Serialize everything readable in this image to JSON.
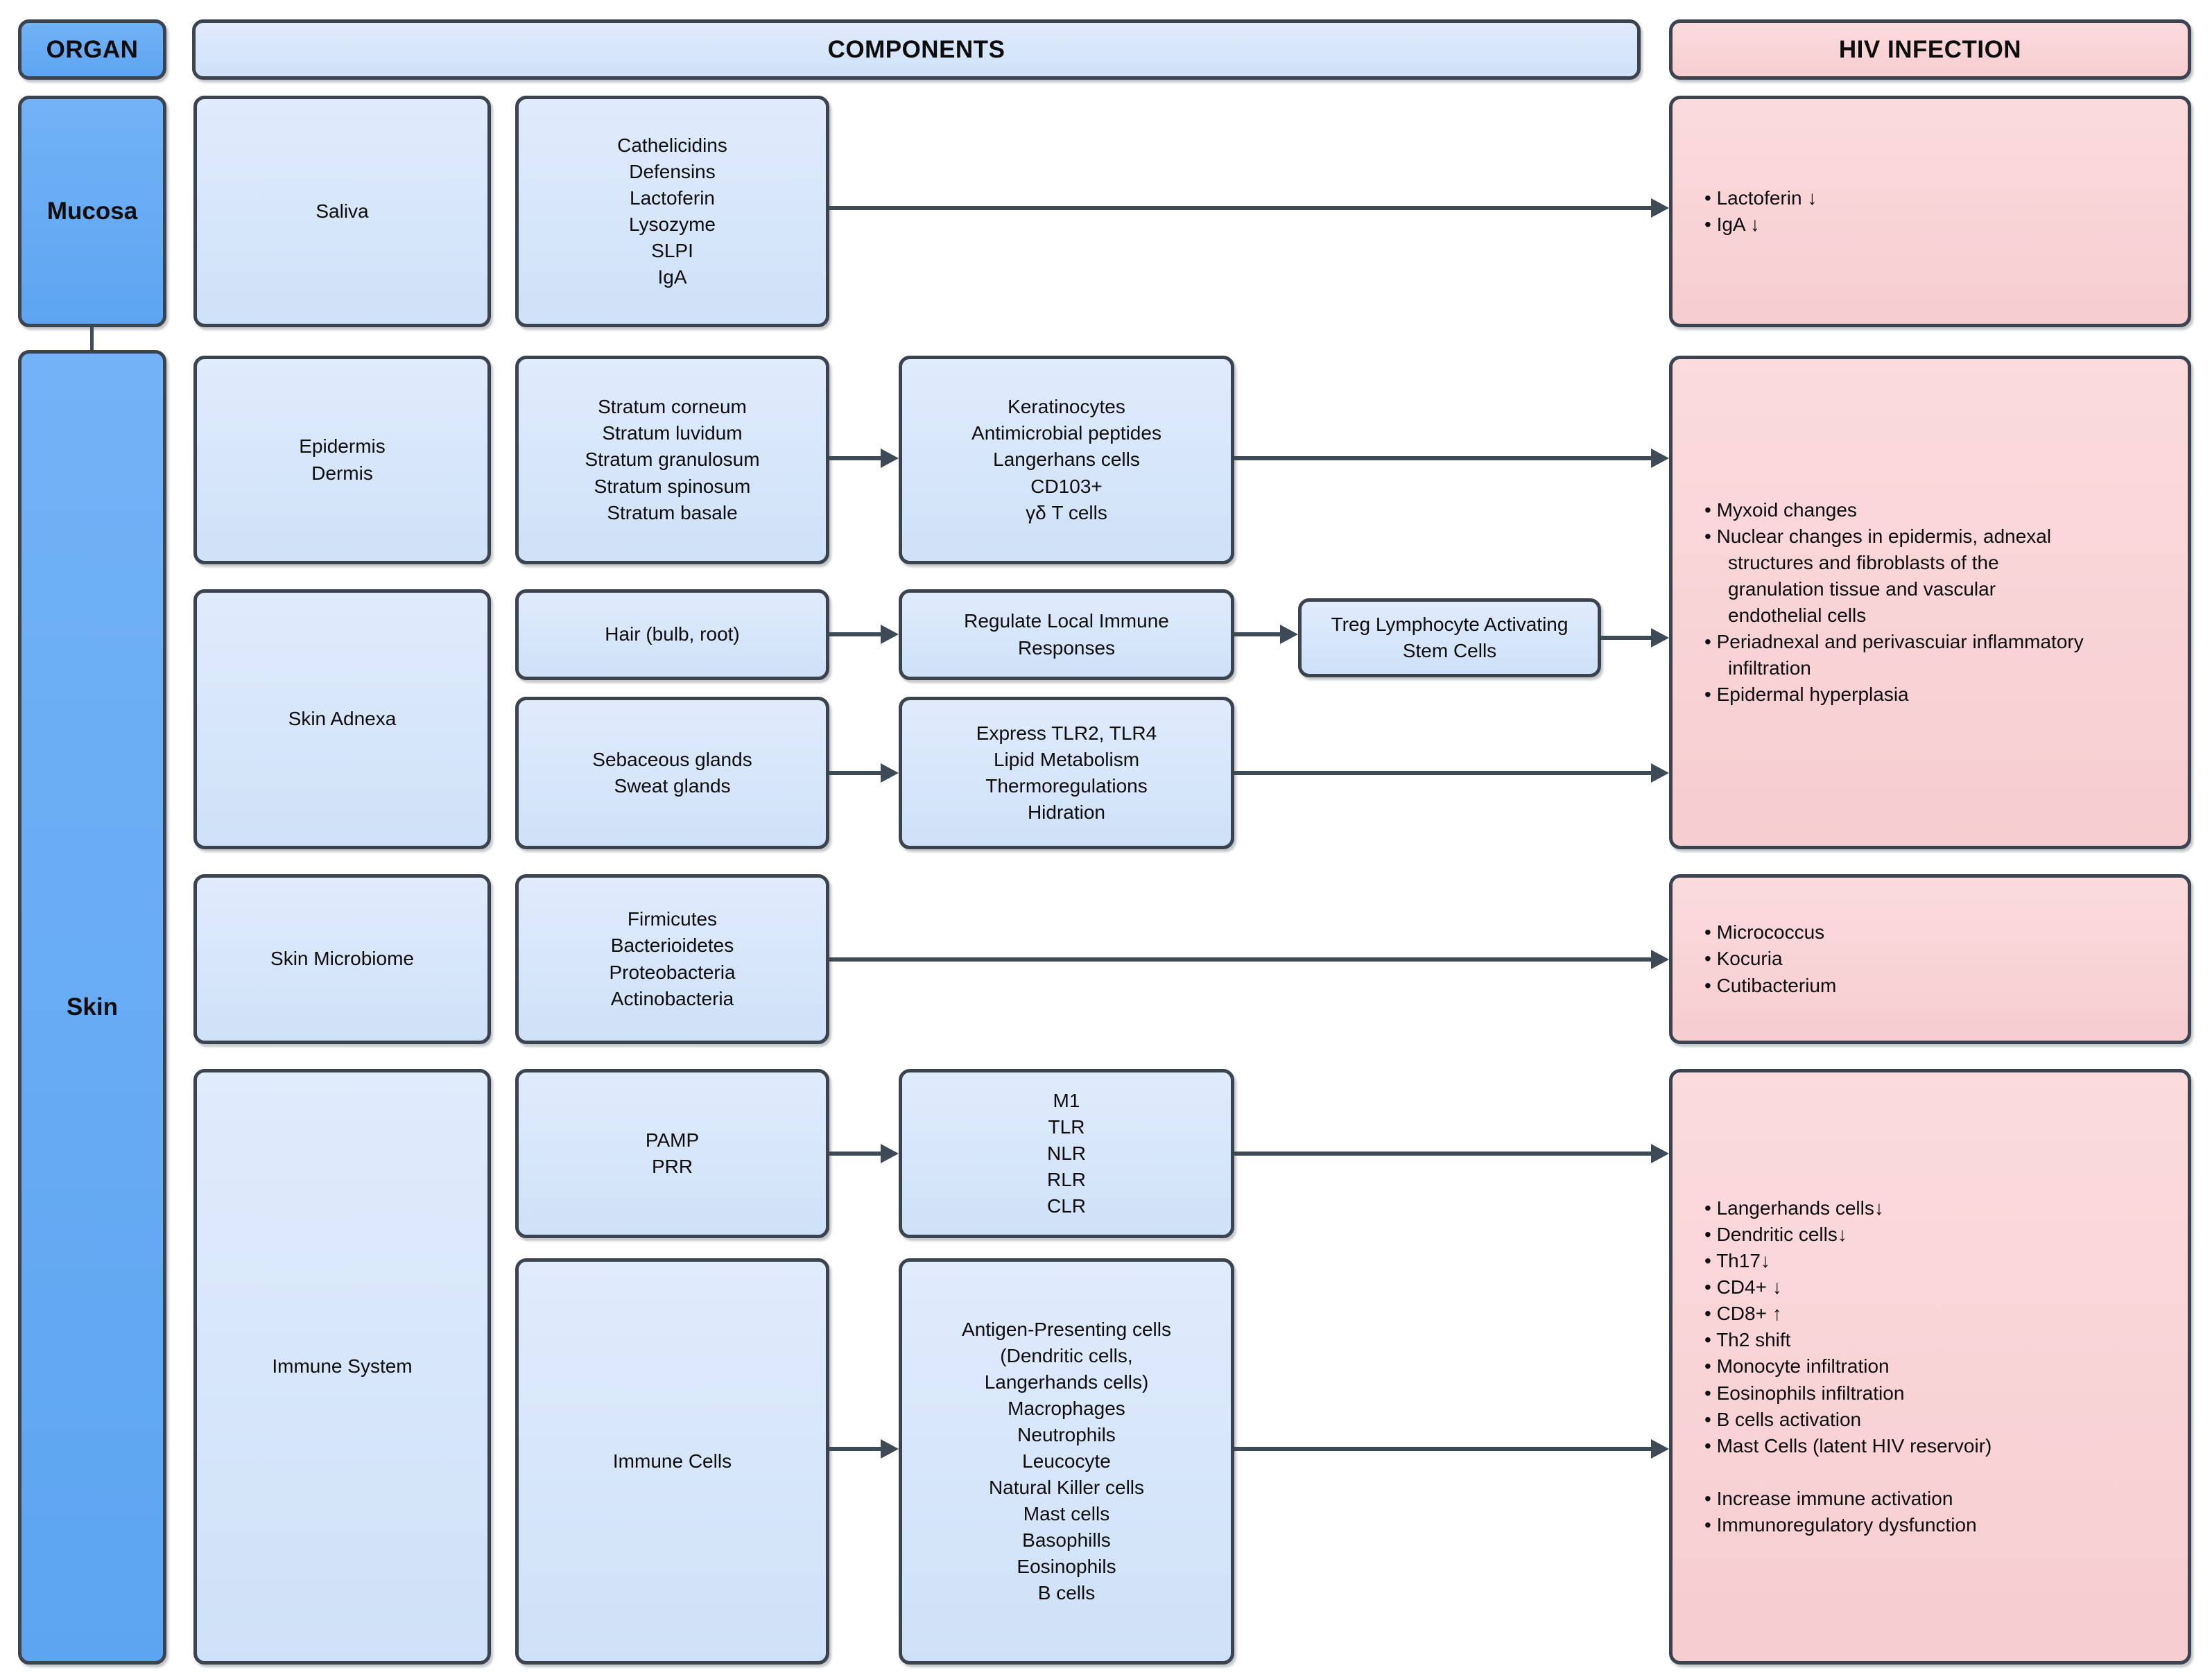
{
  "palette": {
    "organ_fill": "#65aaf3",
    "component_fill": "#d6e5fa",
    "hiv_fill": "#f8d0d3",
    "border": "#3a434e",
    "arrow": "#3f4a57"
  },
  "headers": {
    "organ": "ORGAN",
    "components": "COMPONENTS",
    "hiv": "HIV INFECTION"
  },
  "organs": {
    "mucosa": "Mucosa",
    "skin": "Skin"
  },
  "mucosa": {
    "saliva": "Saliva",
    "saliva_components": [
      "Cathelicidins",
      "Defensins",
      "Lactoferin",
      "Lysozyme",
      "SLPI",
      "IgA"
    ],
    "hiv_effects": [
      "• Lactoferin ↓",
      "• IgA ↓"
    ]
  },
  "skin": {
    "epidermis_dermis": {
      "label": [
        "Epidermis",
        "Dermis"
      ],
      "layers": [
        "Stratum corneum",
        "Stratum luvidum",
        "Stratum granulosum",
        "Stratum spinosum",
        "Stratum basale"
      ],
      "cells": [
        "Keratinocytes",
        "Antimicrobial peptides",
        "Langerhans cells",
        "CD103+",
        "γδ T cells"
      ],
      "hiv_effects": [
        "• Myxoid changes",
        "• Nuclear changes in epidermis, adnexal structures and fibroblasts of the granulation tissue and vascular endothelial cells",
        "• Periadnexal and perivascuiar inflammatory infiltration",
        "• Epidermal hyperplasia"
      ]
    },
    "adnexa": {
      "label": "Skin Adnexa",
      "hair": "Hair (bulb, root)",
      "hair_function": "Regulate Local Immune Responses",
      "treg": "Treg Lymphocyte Activating Stem Cells",
      "glands": [
        "Sebaceous glands",
        "Sweat glands"
      ],
      "gland_functions": [
        "Express TLR2, TLR4",
        "Lipid Metabolism",
        "Thermoregulations",
        "Hidration"
      ]
    },
    "microbiome": {
      "label": "Skin Microbiome",
      "phyla": [
        "Firmicutes",
        "Bacterioidetes",
        "Proteobacteria",
        "Actinobacteria"
      ],
      "hiv_effects": [
        "• Micrococcus",
        "• Kocuria",
        "• Cutibacterium"
      ]
    },
    "immune": {
      "label": "Immune System",
      "pamp_prr": [
        "PAMP",
        "PRR"
      ],
      "receptors": [
        "M1",
        "TLR",
        "NLR",
        "RLR",
        "CLR"
      ],
      "cells_label": "Immune Cells",
      "cell_types": [
        "Antigen-Presenting cells",
        "(Dendritic cells,",
        "Langerhands cells)",
        "Macrophages",
        "Neutrophils",
        "Leucocyte",
        "Natural Killer cells",
        "Mast cells",
        "Basophills",
        "Eosinophils",
        "B cells"
      ],
      "hiv_effects": [
        "• Langerhands cells↓",
        "• Dendritic cells↓",
        "• Th17↓",
        "• CD4+ ↓",
        "• CD8+ ↑",
        "• Th2 shift",
        "• Monocyte infiltration",
        "• Eosinophils infiltration",
        "• B cells activation",
        "• Mast Cells (latent HIV reservoir)",
        "",
        "• Increase immune activation",
        "• Immunoregulatory dysfunction"
      ]
    }
  }
}
